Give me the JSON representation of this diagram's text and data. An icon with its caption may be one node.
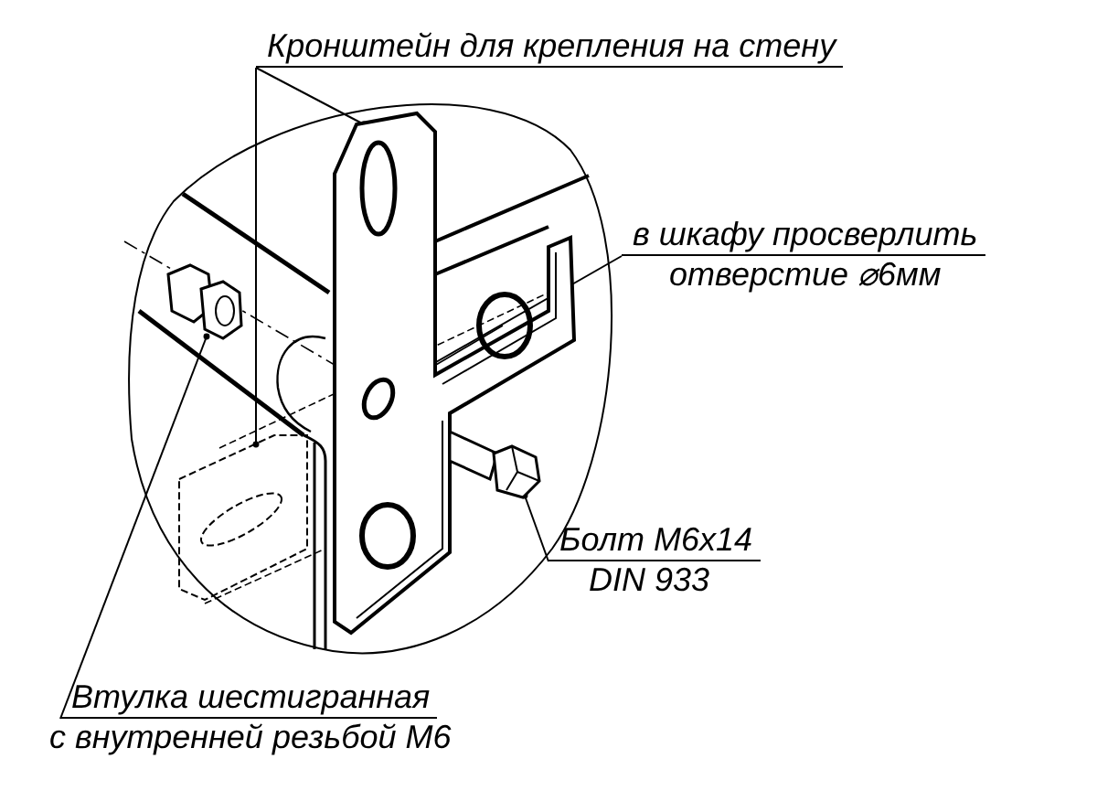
{
  "diagram": {
    "nodes": [
      {
        "text": [
          "Кронштейн для крепления на стену"
        ]
      },
      {
        "text": [],
        "shape": "picture"
      },
      {
        "text": [],
        "shape": "picture"
      },
      {
        "text": [
          "в шкафу просверлить",
          "отверстие ⌀6мм"
        ]
      },
      {
        "text": [],
        "shape": "circle",
        "in": 1
      },
      {
        "text": [
          "Болт М6х14",
          "DIN 933"
        ]
      },
      {
        "text": [],
        "shape": "picture"
      },
      {
        "text": [
          "Втулка шестигранная",
          "с внутренней резьбой М6"
        ]
      },
      {
        "text": [],
        "shape": "picture"
      }
    ],
    "edges": [
      {
        "from": 0,
        "to": 1,
        "arrow": "other"
      },
      {
        "from": 0,
        "to": 2,
        "arrow": "other"
      },
      {
        "from": 3,
        "to": 4,
        "arrow": "other"
      },
      {
        "from": 5,
        "to": 6,
        "arrow": "other"
      },
      {
        "from": 7,
        "to": 8,
        "arrow": "other"
      }
    ]
  }
}
